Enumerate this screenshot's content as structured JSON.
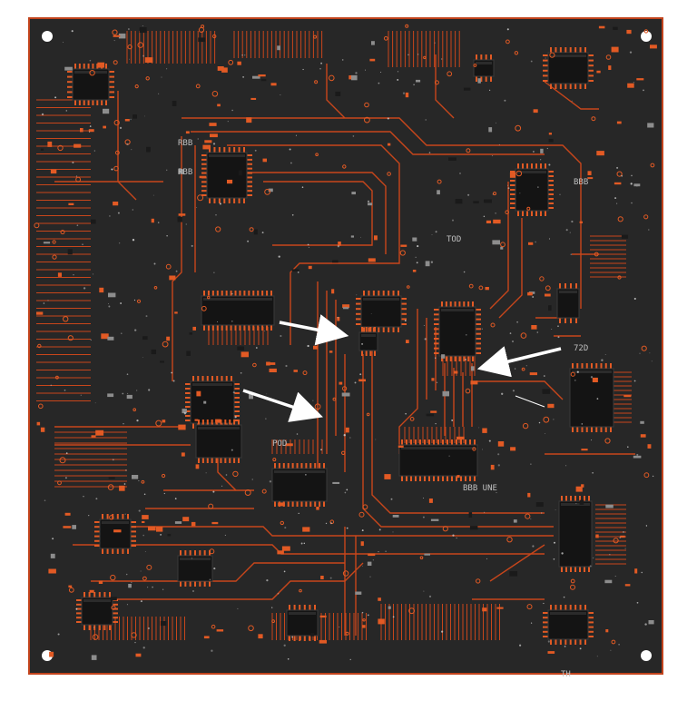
{
  "image_description_free": true,
  "colors": {
    "background": "#ffffff",
    "board": "#272727",
    "board_edge": "#c2431c",
    "trace": "#c8461b",
    "trace_bright": "#e25a24",
    "chip": "#141414",
    "chip_highlight": "#2b2b2b",
    "silkscreen": "#bfbfbf",
    "arrow": "#ffffff"
  },
  "silkscreen_labels": {
    "top_left_chip": "RBB",
    "top_left_chip_b": "RBB",
    "center": "TOD",
    "right_upper": "BBB",
    "right_mid": "72D",
    "lower_center": "POD",
    "lower_mid": "BBB UNE",
    "bottom_right": "TH"
  },
  "icons": {
    "arrow": "arrow-icon",
    "mounting_hole": "mounting-hole-icon",
    "chip": "ic-chip-icon"
  }
}
